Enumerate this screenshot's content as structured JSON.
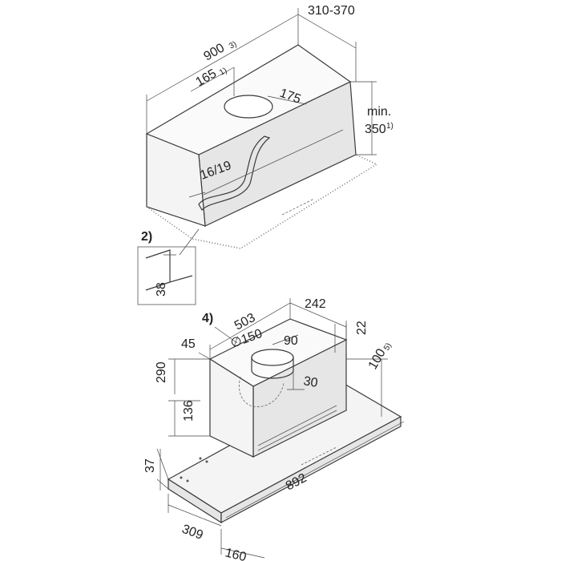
{
  "top_view": {
    "width": "900",
    "width_note": "3)",
    "depth": "310-370",
    "duct_offset": "165",
    "duct_offset_note": "1)",
    "duct_size": "175",
    "height_min": "min.",
    "height_val": "350",
    "height_note": "1)",
    "panel": "16/19"
  },
  "detail": {
    "ref": "2)",
    "value": "38"
  },
  "bottom_view": {
    "ref": "4)",
    "body_width": "503",
    "body_depth": "242",
    "rear_gap": "22",
    "side_offset": "45",
    "duct_diameter": "∅150",
    "duct_offset": "90",
    "height_total": "290",
    "height_lower": "136",
    "duct_inset": "30",
    "front_height": "100",
    "front_height_note": "5)",
    "panel_height": "37",
    "panel_width": "892",
    "panel_depth": "309",
    "front_depth": "160"
  }
}
